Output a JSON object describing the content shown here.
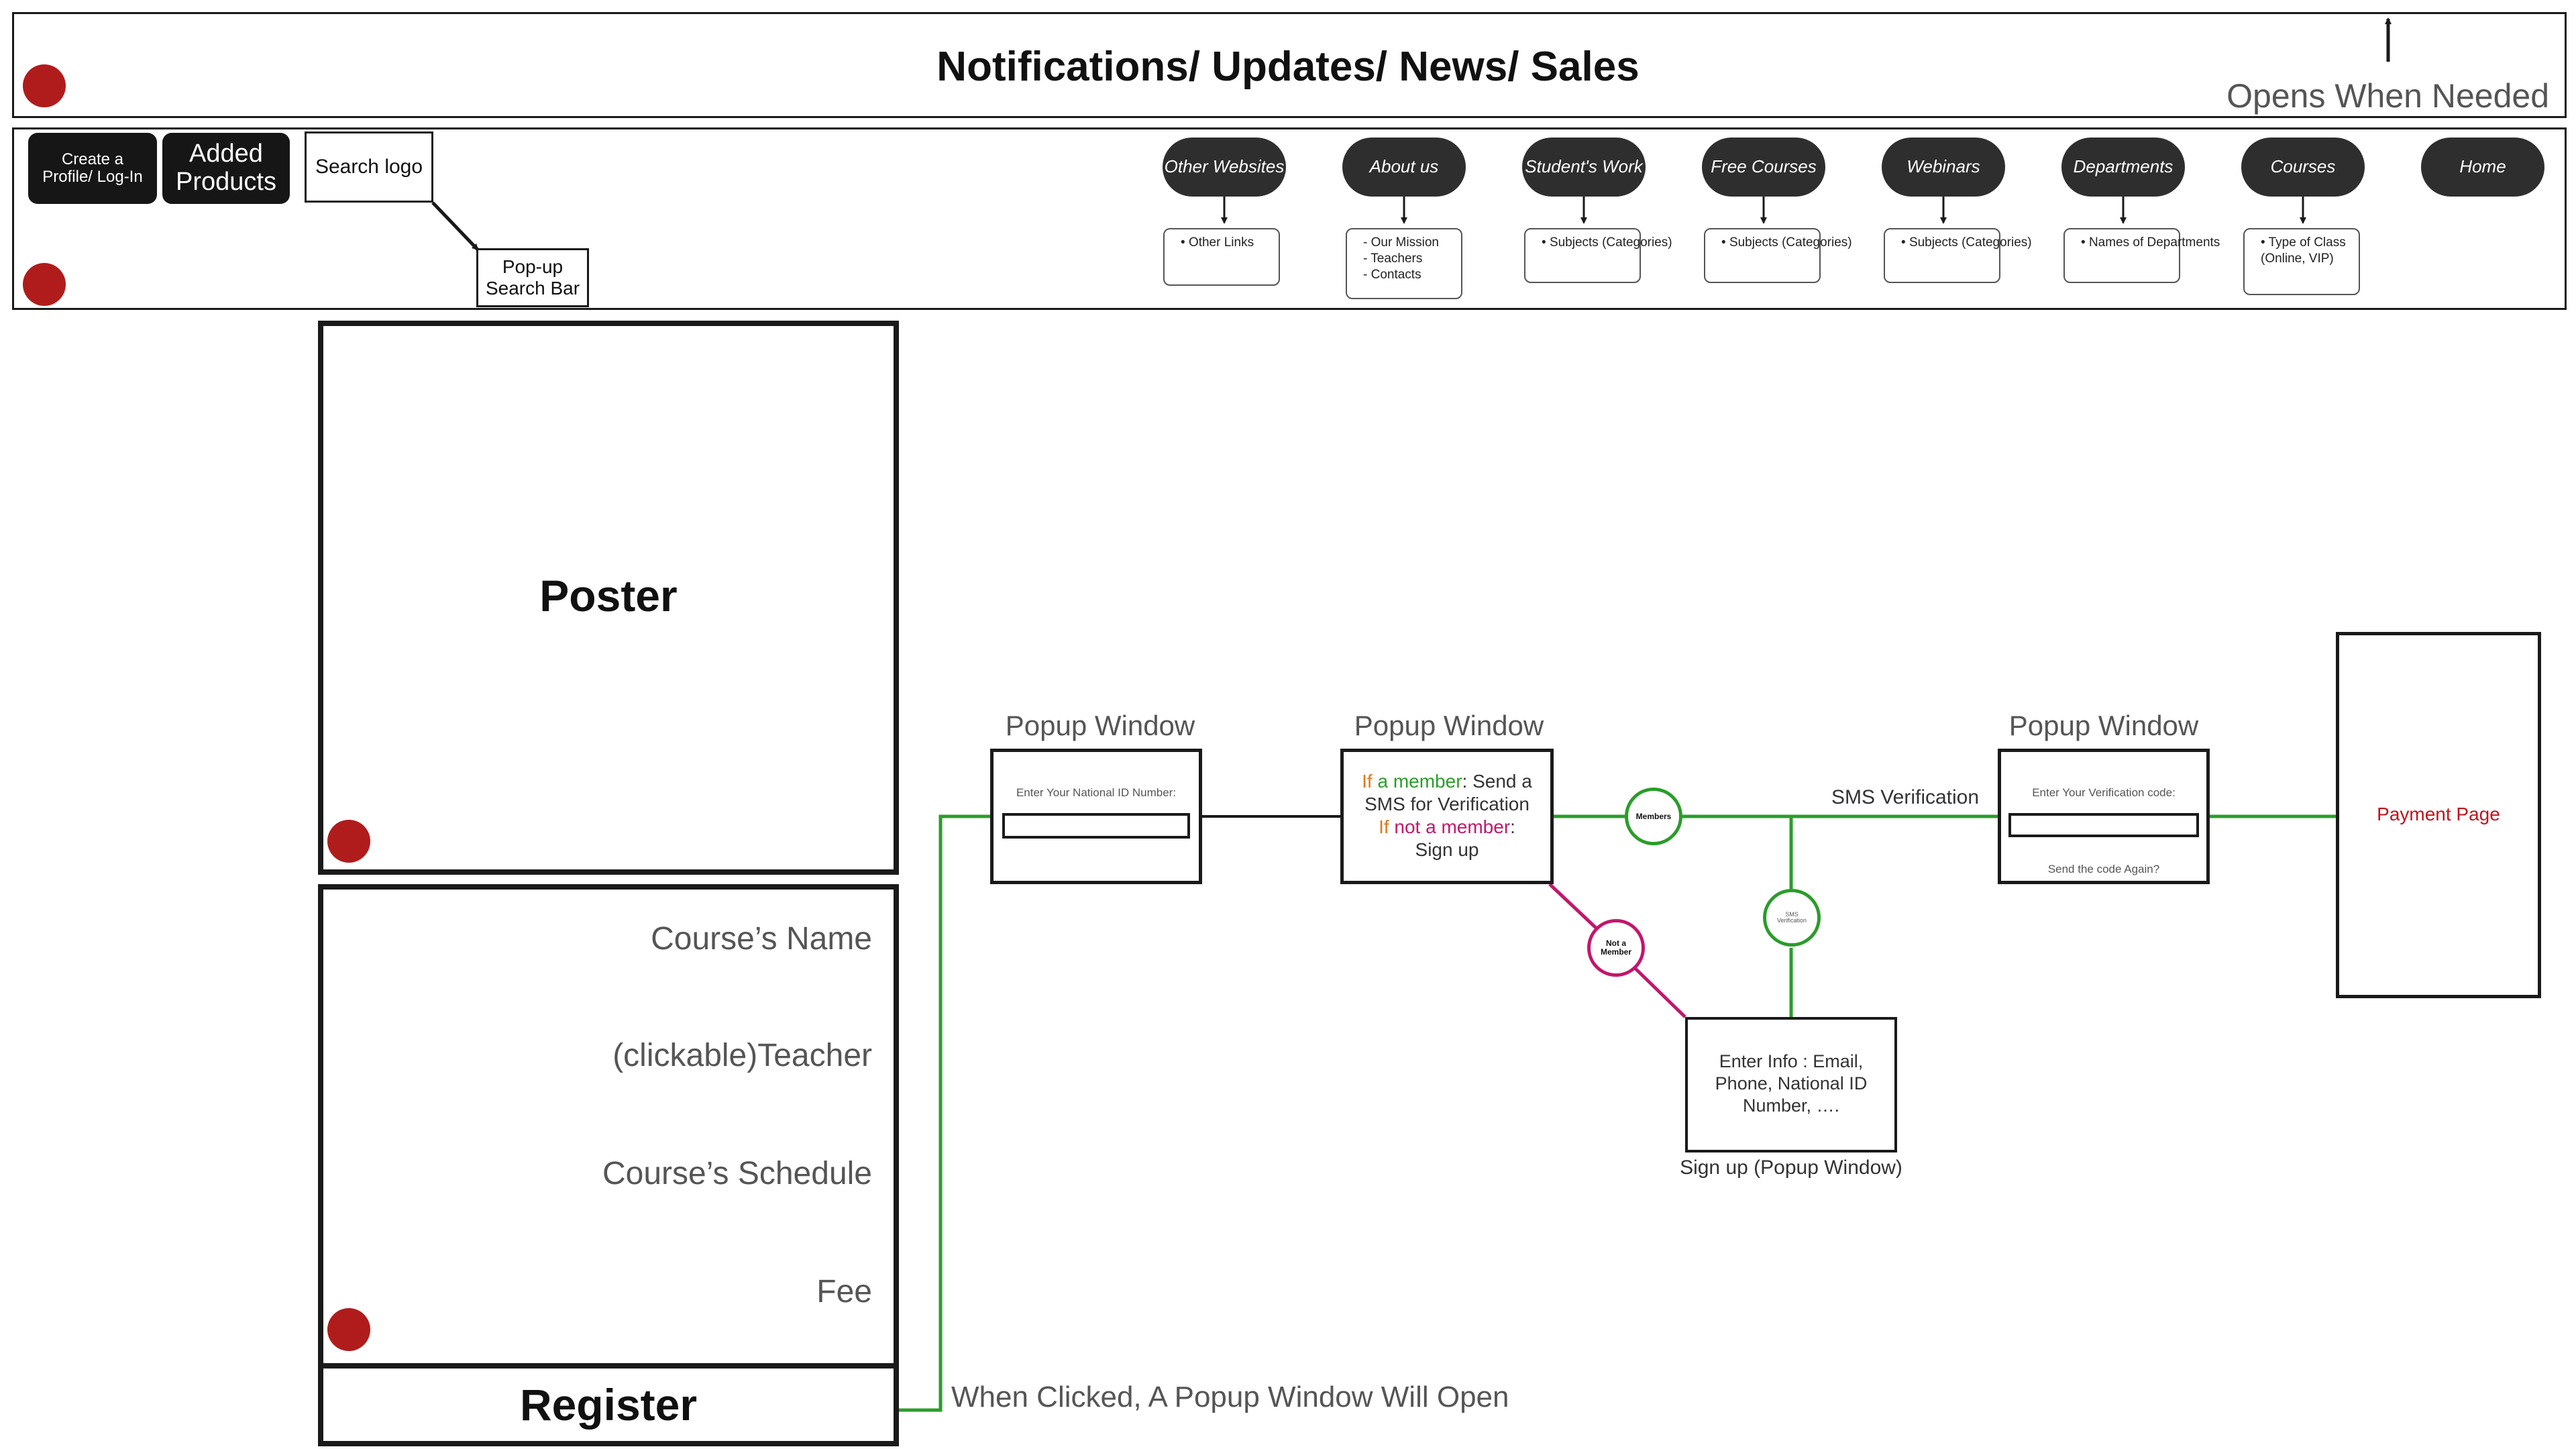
{
  "colors": {
    "green": "#2a9d2a",
    "magenta": "#c2176b",
    "orange": "#e0781a",
    "red": "#c0141c",
    "dark": "#1a1a1a"
  },
  "top_banner": {
    "title": "Notifications/ Updates/ News/ Sales",
    "note": "Opens When Needed"
  },
  "header": {
    "profile_button": "Create a Profile/ Log-In",
    "added_products": "Added Products",
    "search_logo": "Search logo",
    "search_popup": "Pop-up Search Bar"
  },
  "nav": [
    {
      "label": "Other Websites",
      "items": [
        "Other Links"
      ],
      "bullet": "•"
    },
    {
      "label": "About us",
      "items": [
        "- Our Mission",
        "- Teachers",
        "- Contacts"
      ],
      "bullet": ""
    },
    {
      "label": "Student's Work",
      "items": [
        "Subjects (Categories)"
      ],
      "bullet": "•"
    },
    {
      "label": "Free Courses",
      "items": [
        "Subjects (Categories)"
      ],
      "bullet": "•"
    },
    {
      "label": "Webinars",
      "items": [
        "Subjects (Categories)"
      ],
      "bullet": "•"
    },
    {
      "label": "Departments",
      "items": [
        "Names of Departments"
      ],
      "bullet": "•"
    },
    {
      "label": "Courses",
      "items": [
        "Type of Class (Online, VIP)"
      ],
      "bullet": "•"
    },
    {
      "label": "Home",
      "items": [],
      "bullet": ""
    }
  ],
  "course_card": {
    "poster": "Poster",
    "name": "Course’s Name",
    "teacher": "(clickable)Teacher",
    "schedule": "Course’s Schedule",
    "fee": "Fee",
    "register": "Register",
    "register_note": "When Clicked, A Popup Window Will Open"
  },
  "flow": {
    "popup1": {
      "title": "Popup Window",
      "label": "Enter Your National ID Number:"
    },
    "popup2": {
      "title": "Popup Window",
      "if1": "If",
      "member1": "a member",
      "rest1": ": Send a SMS for Verification",
      "if2": "If",
      "member2": "not a member",
      "rest2": ":",
      "signup": "Sign up"
    },
    "members_circle": "Members",
    "not_member_circle": "Not a Member",
    "sms_circle": "SMS Verification",
    "sms_label": "SMS Verification",
    "popup3": {
      "title": "Popup Window",
      "label": "Enter Your Verification code:",
      "resend": "Send the code Again?"
    },
    "signup_box": {
      "text": "Enter Info : Email, Phone, National ID Number, ….",
      "caption": "Sign up (Popup Window)"
    },
    "payment": "Payment Page"
  }
}
